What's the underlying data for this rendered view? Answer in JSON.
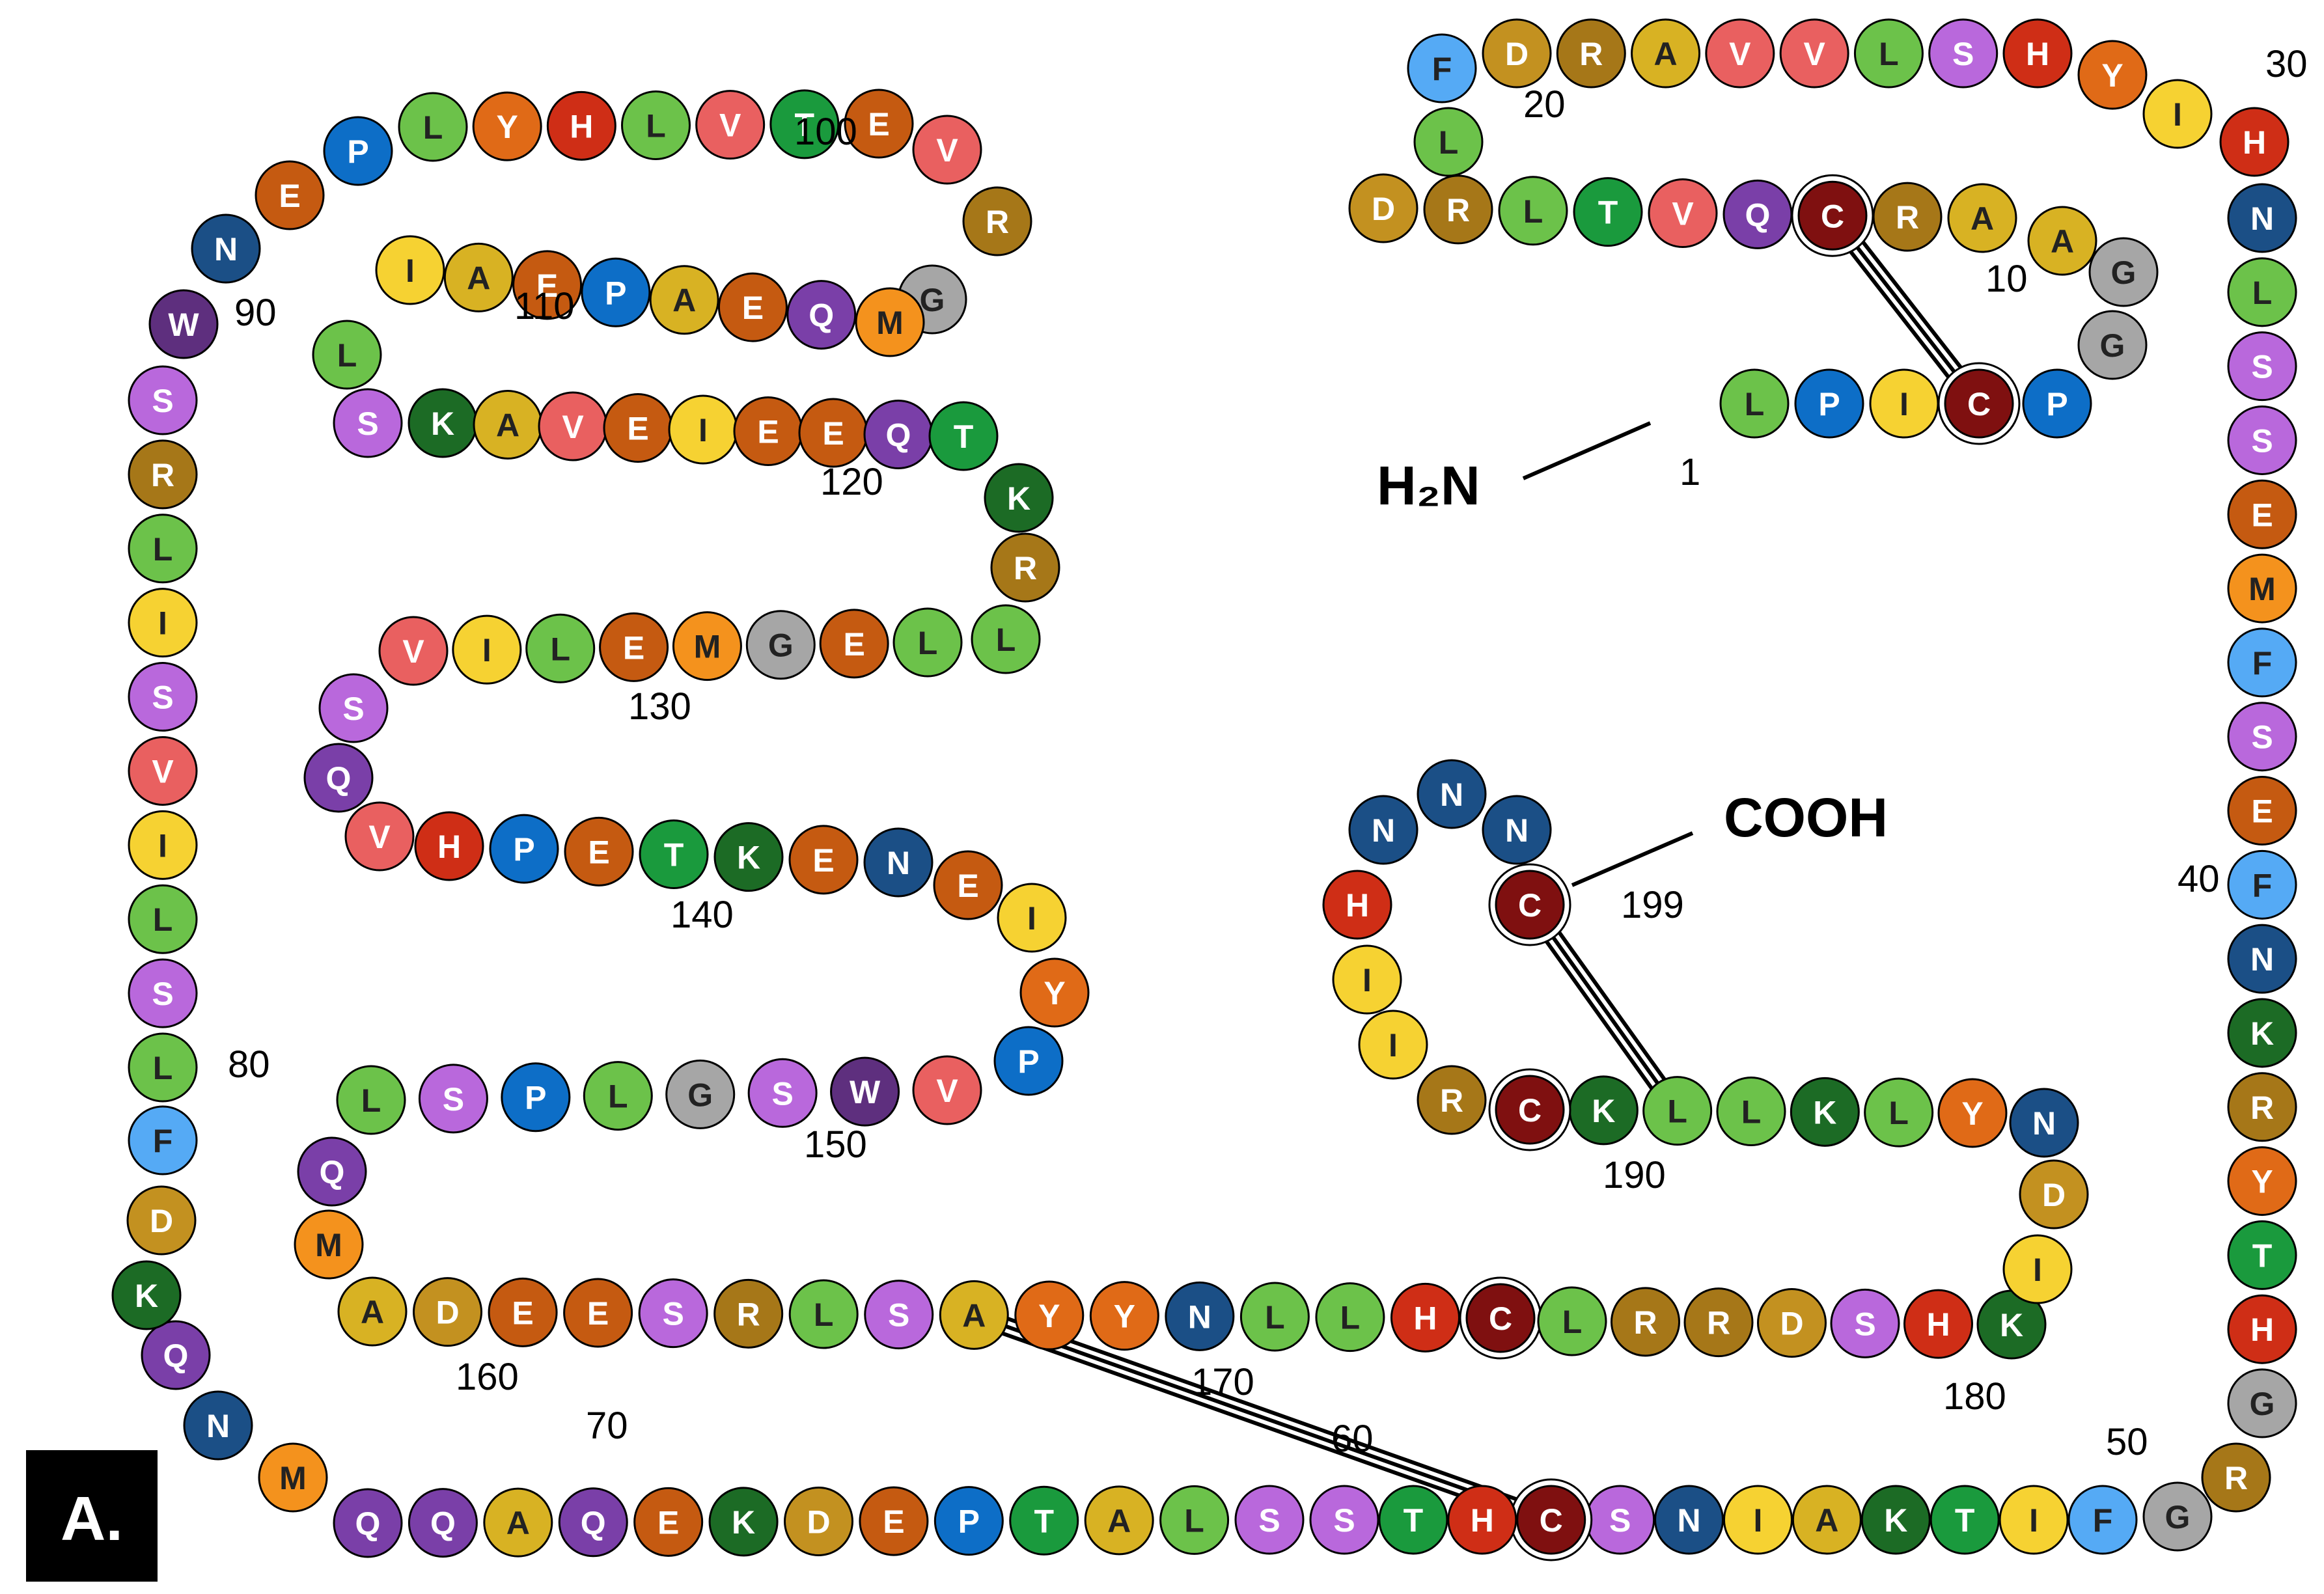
{
  "panel_label": "A.",
  "termini": {
    "n_terminus": "H₂N",
    "c_terminus": "COOH"
  },
  "position_labels": [
    "1",
    "10",
    "20",
    "30",
    "40",
    "50",
    "60",
    "70",
    "80",
    "90",
    "100",
    "110",
    "120",
    "130",
    "140",
    "150",
    "160",
    "170",
    "180",
    "190",
    "199"
  ],
  "colors": {
    "L": "#6cc24a",
    "I": "#f6d232",
    "V": "#e96060",
    "A": "#d8b223",
    "G": "#a6a6a6",
    "P": "#0d6ec7",
    "F": "#55aaf5",
    "W": "#5e2f7e",
    "Y": "#e06a17",
    "M": "#f4921d",
    "S": "#b968dc",
    "T": "#1a9a3d",
    "C": "#7f1010",
    "N": "#1b4f86",
    "Q": "#7a3fa8",
    "D": "#c39120",
    "E": "#c55a11",
    "K": "#1c6b25",
    "R": "#a67718",
    "H": "#cf2e16"
  },
  "sequence": [
    "L",
    "P",
    "I",
    "C",
    "P",
    "G",
    "G",
    "A",
    "A",
    "R",
    "C",
    "Q",
    "V",
    "T",
    "L",
    "R",
    "D",
    "L",
    "F",
    "D",
    "R",
    "A",
    "V",
    "V",
    "L",
    "S",
    "H",
    "Y",
    "I",
    "H",
    "N",
    "L",
    "S",
    "S",
    "E",
    "M",
    "F",
    "S",
    "E",
    "F",
    "N",
    "K",
    "R",
    "Y",
    "T",
    "H",
    "G",
    "R",
    "G",
    "F",
    "I",
    "T",
    "K",
    "A",
    "I",
    "N",
    "S",
    "C",
    "H",
    "T",
    "S",
    "S",
    "L",
    "A",
    "T",
    "P",
    "E",
    "D",
    "K",
    "E",
    "Q",
    "A",
    "Q",
    "Q",
    "M",
    "N",
    "Q",
    "K",
    "D",
    "F",
    "L",
    "S",
    "L",
    "I",
    "V",
    "S",
    "I",
    "L",
    "R",
    "S",
    "W",
    "N",
    "E",
    "P",
    "L",
    "Y",
    "H",
    "L",
    "V",
    "T",
    "E",
    "V",
    "R",
    "G",
    "M",
    "Q",
    "E",
    "A",
    "P",
    "E",
    "A",
    "I",
    "L",
    "S",
    "K",
    "A",
    "V",
    "E",
    "I",
    "E",
    "E",
    "Q",
    "T",
    "K",
    "R",
    "L",
    "L",
    "E",
    "G",
    "M",
    "E",
    "L",
    "I",
    "V",
    "S",
    "Q",
    "V",
    "H",
    "P",
    "E",
    "T",
    "K",
    "E",
    "N",
    "E",
    "I",
    "Y",
    "P",
    "V",
    "W",
    "S",
    "G",
    "L",
    "P",
    "S",
    "L",
    "Q",
    "M",
    "A",
    "D",
    "E",
    "E",
    "S",
    "R",
    "L",
    "S",
    "A",
    "Y",
    "Y",
    "N",
    "L",
    "L",
    "H",
    "C",
    "L",
    "R",
    "R",
    "D",
    "S",
    "H",
    "K",
    "I",
    "D",
    "N",
    "Y",
    "L",
    "K",
    "L",
    "L",
    "K",
    "C",
    "R",
    "I",
    "I",
    "H",
    "N",
    "N",
    "N",
    "C"
  ],
  "disulfide_bonds": [
    [
      4,
      11
    ],
    [
      58,
      167
    ],
    [
      189,
      199
    ]
  ]
}
